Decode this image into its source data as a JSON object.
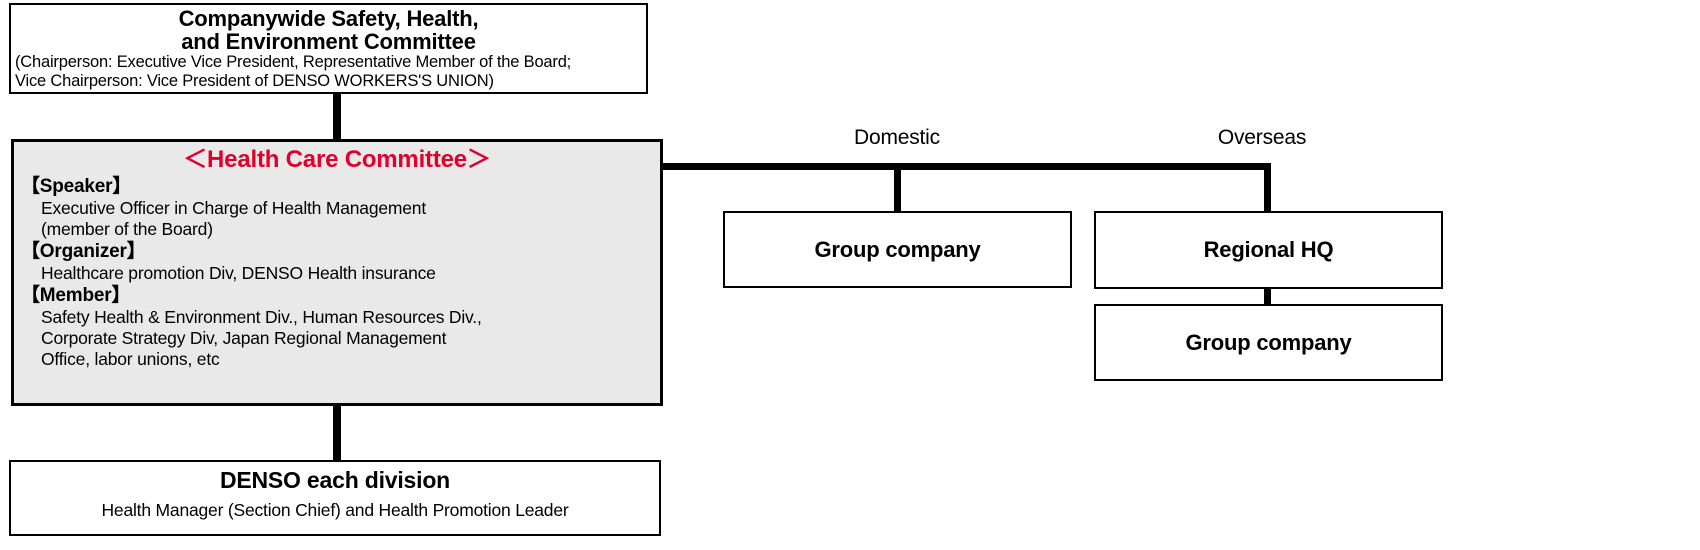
{
  "palette": {
    "accent_red": "#e0002d",
    "box_gray": "#e9e9e9",
    "line_black": "#000000"
  },
  "top_box": {
    "title_line1": "Companywide Safety, Health,",
    "title_line2": "and Environment Committee",
    "sub_line1": "(Chairperson: Executive Vice President, Representative Member of the Board;",
    "sub_line2": "Vice Chairperson: Vice President of DENSO WORKERS'S UNION)"
  },
  "health_committee": {
    "title": "＜Health Care Committee＞",
    "sections": [
      {
        "header": "【Speaker】",
        "lines": [
          "Executive Officer in Charge of Health Management",
          "(member of the Board)"
        ]
      },
      {
        "header": "【Organizer】",
        "lines": [
          "Healthcare promotion Div, DENSO Health insurance"
        ]
      },
      {
        "header": "【Member】",
        "lines": [
          "Safety Health & Environment Div., Human Resources Div.,",
          "Corporate Strategy Div, Japan Regional Management",
          "Office, labor unions, etc"
        ]
      }
    ]
  },
  "bottom_box": {
    "title": "DENSO each division",
    "subtitle": "Health Manager (Section Chief) and Health Promotion Leader"
  },
  "branches": {
    "domestic_label": "Domestic",
    "overseas_label": "Overseas",
    "domestic_group_company": "Group company",
    "overseas_regional_hq": "Regional HQ",
    "overseas_group_company": "Group company"
  }
}
